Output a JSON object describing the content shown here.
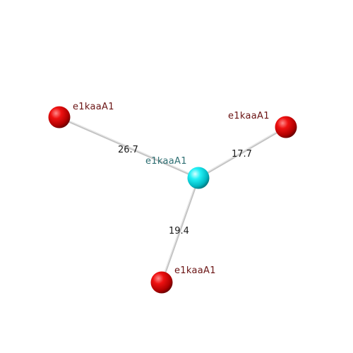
{
  "graph": {
    "center": {
      "label": "e1kaaA1",
      "color": "#00e5ee",
      "label_color": "#2f6f73"
    },
    "neighbors": [
      {
        "label": "e1kaaA1",
        "edge_label": "26.7",
        "color": "#e50000",
        "label_color": "#6b1414"
      },
      {
        "label": "e1kaaA1",
        "edge_label": "17.7",
        "color": "#e50000",
        "label_color": "#6b1414"
      },
      {
        "label": "e1kaaA1",
        "edge_label": "19.4",
        "color": "#e50000",
        "label_color": "#6b1414"
      }
    ]
  }
}
